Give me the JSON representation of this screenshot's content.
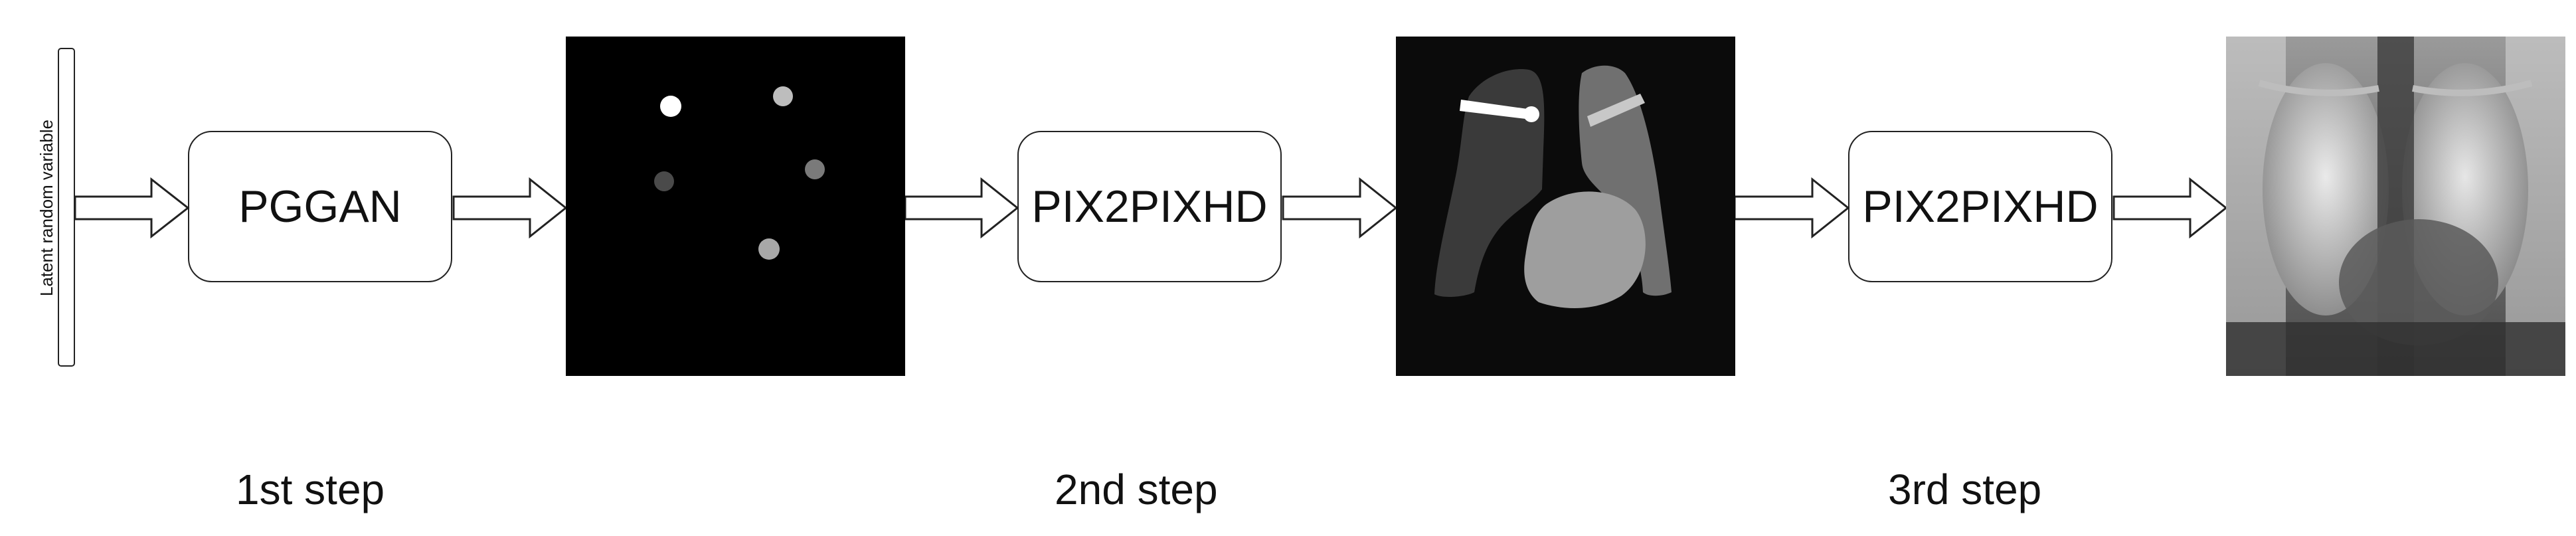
{
  "latent_label": "Latent random variable",
  "models": {
    "m1": "PGGAN",
    "m2": "PIX2PIXHD",
    "m3": "PIX2PIXHD"
  },
  "steps": {
    "s1": "1st step",
    "s2": "2nd step",
    "s3": "3rd step"
  },
  "panels": {
    "p1": "point-landmark-image",
    "p2": "anatomical-segmentation-mask",
    "p3": "synthetic-chest-xray"
  },
  "colors": {
    "stroke": "#222222",
    "panel_background": "#000000",
    "background": "#ffffff"
  }
}
